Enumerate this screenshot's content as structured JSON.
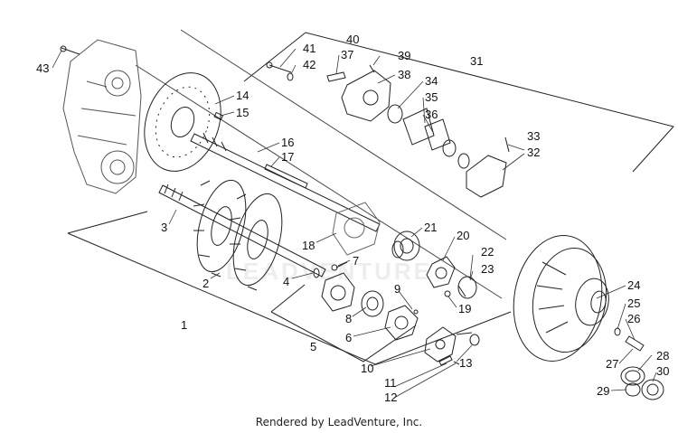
{
  "credit": "Rendered by LeadVenture, Inc.",
  "watermark": "LEADVENTURE",
  "callouts": [
    {
      "id": "1",
      "label": "1"
    },
    {
      "id": "2",
      "label": "2"
    },
    {
      "id": "3",
      "label": "3"
    },
    {
      "id": "4",
      "label": "4"
    },
    {
      "id": "5",
      "label": "5"
    },
    {
      "id": "6",
      "label": "6"
    },
    {
      "id": "7",
      "label": "7"
    },
    {
      "id": "8",
      "label": "8"
    },
    {
      "id": "9",
      "label": "9"
    },
    {
      "id": "10",
      "label": "10"
    },
    {
      "id": "11",
      "label": "11"
    },
    {
      "id": "12",
      "label": "12"
    },
    {
      "id": "13",
      "label": "13"
    },
    {
      "id": "14",
      "label": "14"
    },
    {
      "id": "15",
      "label": "15"
    },
    {
      "id": "16",
      "label": "16"
    },
    {
      "id": "17",
      "label": "17"
    },
    {
      "id": "18",
      "label": "18"
    },
    {
      "id": "19",
      "label": "19"
    },
    {
      "id": "20",
      "label": "20"
    },
    {
      "id": "21",
      "label": "21"
    },
    {
      "id": "22",
      "label": "22"
    },
    {
      "id": "23",
      "label": "23"
    },
    {
      "id": "24",
      "label": "24"
    },
    {
      "id": "25",
      "label": "25"
    },
    {
      "id": "26",
      "label": "26"
    },
    {
      "id": "27",
      "label": "27"
    },
    {
      "id": "28",
      "label": "28"
    },
    {
      "id": "29",
      "label": "29"
    },
    {
      "id": "30",
      "label": "30"
    },
    {
      "id": "31",
      "label": "31"
    },
    {
      "id": "32",
      "label": "32"
    },
    {
      "id": "33",
      "label": "33"
    },
    {
      "id": "34",
      "label": "34"
    },
    {
      "id": "35",
      "label": "35"
    },
    {
      "id": "36",
      "label": "36"
    },
    {
      "id": "37",
      "label": "37"
    },
    {
      "id": "38",
      "label": "38"
    },
    {
      "id": "39",
      "label": "39"
    },
    {
      "id": "40",
      "label": "40"
    },
    {
      "id": "41",
      "label": "41"
    },
    {
      "id": "42",
      "label": "42"
    },
    {
      "id": "43",
      "label": "43"
    }
  ]
}
